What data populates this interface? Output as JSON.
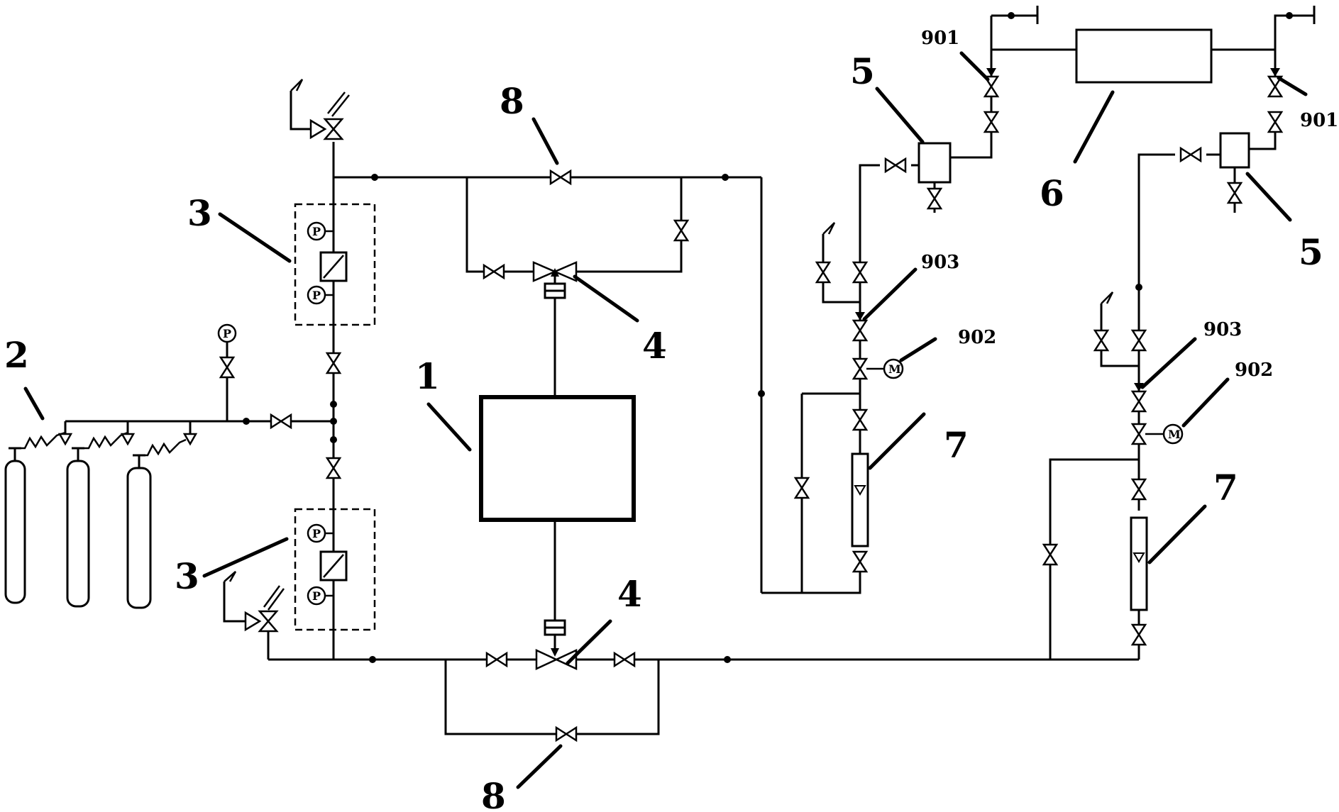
{
  "diagram": {
    "labels": {
      "l1": "1",
      "l2": "2",
      "l3a": "3",
      "l3b": "3",
      "l4a": "4",
      "l4b": "4",
      "l5a": "5",
      "l5b": "5",
      "l6": "6",
      "l7a": "7",
      "l7b": "7",
      "l8a": "8",
      "l8b": "8",
      "l901a": "901",
      "l901b": "901",
      "l902a": "902",
      "l902b": "902",
      "l903a": "903",
      "l903b": "903"
    },
    "gauge_letters": {
      "pressure": "P",
      "motor": "M"
    }
  }
}
